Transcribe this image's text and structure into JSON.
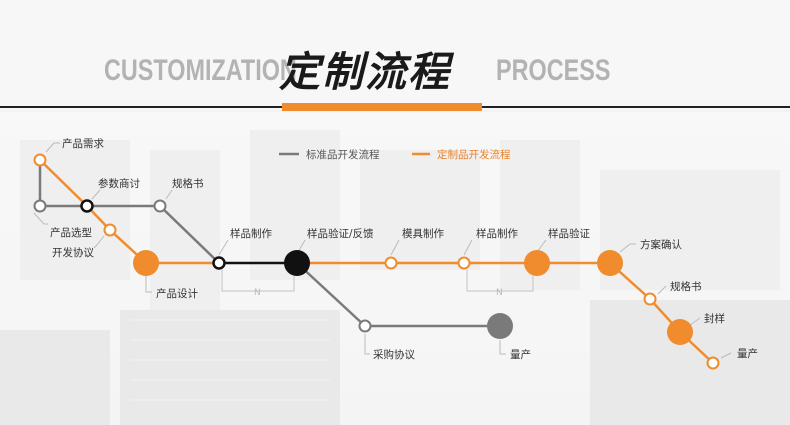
{
  "header": {
    "title_en_left": "CUSTOMIZATION",
    "title_cn": "定制流程",
    "title_en_right": "PROCESS"
  },
  "legend": {
    "standard": "标准品开发流程",
    "custom": "定制品开发流程"
  },
  "colors": {
    "orange": "#f08c2e",
    "gray": "#7a7a7a",
    "black": "#111111"
  },
  "nodes": {
    "product_demand": "产品需求",
    "param_negotiation": "参数商讨",
    "spec_sheet_1": "规格书",
    "product_selection": "产品选型",
    "dev_agreement": "开发协议",
    "product_design": "产品设计",
    "sample_making_1": "样品制作",
    "sample_verify_feedback": "样品验证/反馈",
    "mold_making": "模具制作",
    "sample_making_2": "样品制作",
    "sample_verify": "样品验证",
    "plan_confirm": "方案确认",
    "spec_sheet_2": "规格书",
    "seal_sample": "封样",
    "mass_production_1": "量产",
    "purchase_agreement": "采购协议",
    "mass_production_2": "量产"
  },
  "loop_marks": {
    "loop1": "N",
    "loop2": "N"
  }
}
